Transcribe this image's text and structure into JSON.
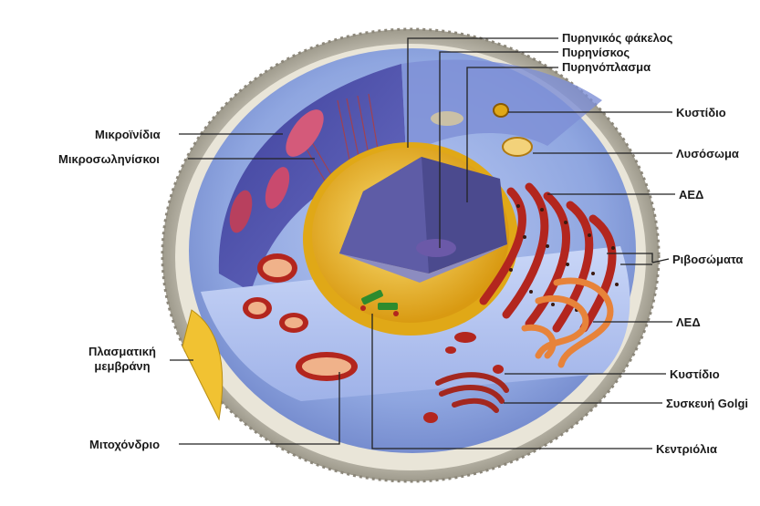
{
  "labels": {
    "nuclear_envelope": "Πυρηνικός φάκελος",
    "nucleolus": "Πυρηνίσκος",
    "nucleoplasm": "Πυρηνόπλασμα",
    "vesicle_top": "Κυστίδιο",
    "lysosome": "Λυσόσωμα",
    "rough_er": "ΑΕΔ",
    "ribosomes": "Ριβοσώματα",
    "smooth_er": "ΛΕΔ",
    "vesicle_bottom": "Κυστίδιο",
    "golgi": "Συσκευή Golgi",
    "centrioles": "Κεντριόλια",
    "microfilaments": "Μικροϊνίδια",
    "microtubules": "Μικροσωληνίσκοι",
    "plasma_membrane_1": "Πλασματική",
    "plasma_membrane_2": "μεμβράνη",
    "mitochondrion": "Μιτοχόνδριο"
  },
  "colors": {
    "cytoplasm": "#8fa6e0",
    "cytoplasm_dark": "#4a4fa8",
    "membrane": "#c9c7c0",
    "nucleus_yellow": "#f1c232",
    "organelle_red": "#b3261e",
    "leader_line": "#222222"
  }
}
